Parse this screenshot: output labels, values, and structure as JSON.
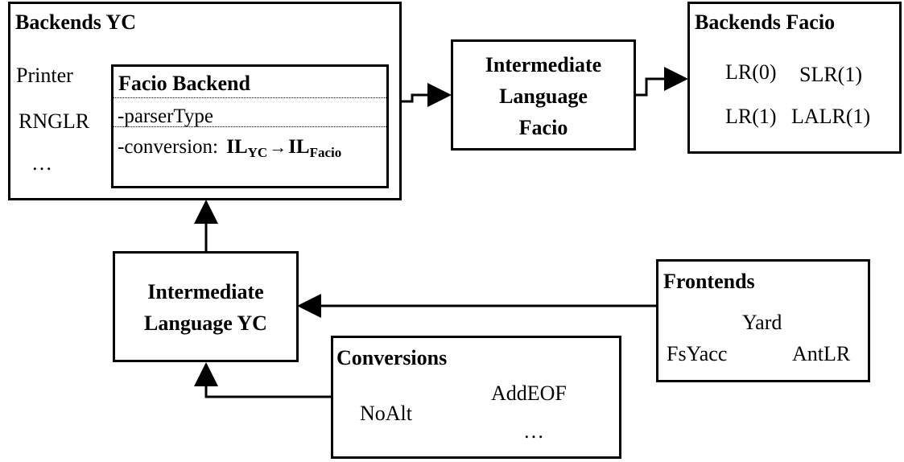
{
  "backends_yc": {
    "title": "Backends YC",
    "items": [
      "Printer",
      "RNGLR",
      "…"
    ]
  },
  "facio_backend": {
    "title": "Facio Backend",
    "parser_type": "-parserType",
    "conversion_label": "-conversion:",
    "il_yc_main": "IL",
    "il_yc_sub": "YC",
    "arrow": "→",
    "il_facio_main": "IL",
    "il_facio_sub": "Facio"
  },
  "il_facio": {
    "lines": [
      "Intermediate",
      "Language",
      "Facio"
    ]
  },
  "backends_facio": {
    "title": "Backends Facio",
    "items": [
      "LR(0)",
      "SLR(1)",
      "LR(1)",
      "LALR(1)"
    ]
  },
  "il_yc": {
    "lines": [
      "Intermediate",
      "Language YC"
    ]
  },
  "frontends": {
    "title": "Frontends",
    "items": [
      "Yard",
      "FsYacc",
      "AntLR"
    ]
  },
  "conversions": {
    "title": "Conversions",
    "items": [
      "NoAlt",
      "AddEOF",
      "…"
    ]
  }
}
